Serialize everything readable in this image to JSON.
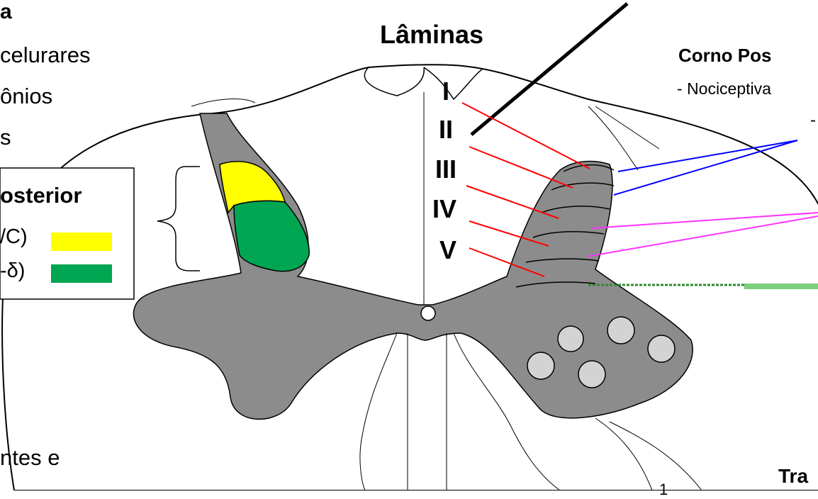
{
  "left_text": {
    "heading_fragment": "a",
    "lines": [
      "celurares",
      "ônios",
      "s"
    ]
  },
  "laminas_title": "Lâminas",
  "laminas": [
    "I",
    "II",
    "III",
    "IV",
    "V"
  ],
  "legend": {
    "title_fragment": "osterior",
    "rows": [
      {
        "label": "/C)",
        "color": "#ffff00"
      },
      {
        "label": "-δ)",
        "color": "#00a651"
      }
    ]
  },
  "right_text": {
    "heading_fragment": "Corno Pos",
    "subline": "- Nociceptiva",
    "dash": "-"
  },
  "bottom_left_text": "ntes e",
  "bottom_right_heading": "Tra",
  "bottom_right_sub": "1",
  "colors": {
    "gray_matter": "#8c8c8c",
    "lamina_I": "#ffff00",
    "lamina_II": "#00a651",
    "pointer_red": "#ff0000",
    "pointer_blue": "#0000ff",
    "pointer_magenta": "#ff33ff",
    "pointer_green": "#2e8b2e",
    "tract_circles": "#d3d3d3"
  }
}
